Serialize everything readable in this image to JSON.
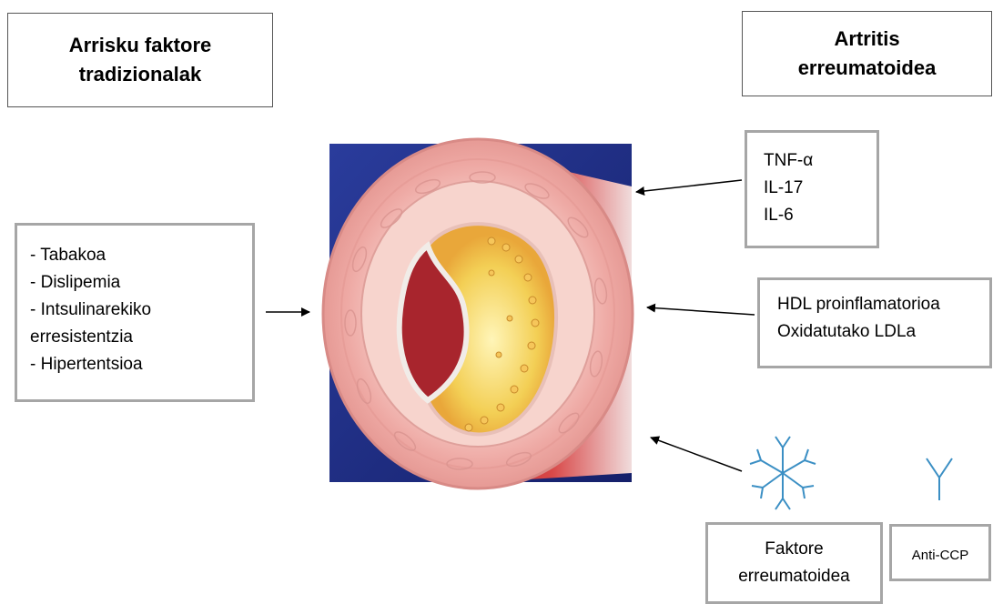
{
  "titles": {
    "left": {
      "line1": "Arrisku faktore",
      "line2": "tradizionalak"
    },
    "right": {
      "line1": "Artritis",
      "line2": "erreumatoidea"
    }
  },
  "traditional_factors": [
    "- Tabakoa",
    "- Dislipemia",
    "- Intsulinarekiko",
    "erresistentzia",
    "- Hipertentsioa"
  ],
  "cytokines": [
    "TNF-α",
    "IL-17",
    "IL-6"
  ],
  "lipids": [
    "HDL proinflamatorioa",
    "Oxidatutako LDLa"
  ],
  "antibodies": {
    "rheumatoid_factor": {
      "line1": "Faktore",
      "line2": "erreumatoidea"
    },
    "anti_ccp": "Anti-CCP"
  },
  "colors": {
    "background_blue": "#1f2f8f",
    "vessel_red": "#c83030",
    "vessel_wall_pink": "#f2b7b4",
    "plaque_yellow": "#f5d25a",
    "antibody_blue": "#3b8fc4",
    "box_border_grey": "#a6a6a6"
  }
}
